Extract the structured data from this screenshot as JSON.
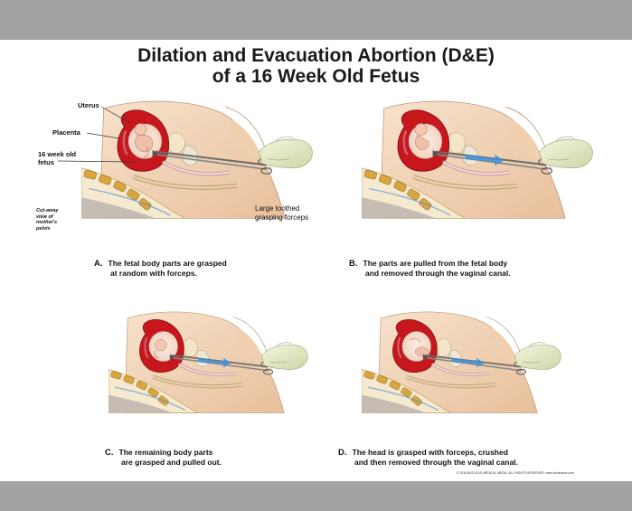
{
  "title": {
    "line1": "Dilation and Evacuation Abortion (D&E)",
    "line2": "of a 16 Week Old Fetus"
  },
  "labels": {
    "uterus": "Uterus",
    "placenta": "Placenta",
    "fetus_line1": "16 week old",
    "fetus_line2": "fetus",
    "pelvis_line1": "Cut-away",
    "pelvis_line2": "view of",
    "pelvis_line3": "mother's",
    "pelvis_line4": "pelvis",
    "forceps_line1": "Large toothed",
    "forceps_line2": "grasping forceps"
  },
  "panels": [
    {
      "letter": "A.",
      "line1": "The fetal body parts are grasped",
      "line2": "at random with forceps."
    },
    {
      "letter": "B.",
      "line1": "The parts are pulled from the fetal body",
      "line2": "and removed through the vaginal canal."
    },
    {
      "letter": "C.",
      "line1": "The remaining body parts",
      "line2": "are grasped and pulled out."
    },
    {
      "letter": "D.",
      "line1": "The head is grasped with forceps, crushed",
      "line2": "and then removed through the vaginal canal."
    }
  ],
  "copyright": "© 2016 NUCLEUS MEDICAL MEDIA. ALL RIGHTS RESERVED.   www.nucleusinc.com",
  "colors": {
    "frame_bar": "#a3a3a3",
    "uterus_wall": "#c8161d",
    "skin": "#f2d3b4",
    "spine": "#d9a53d",
    "glove": "#e7eecd",
    "arrow": "#3a8fd6"
  }
}
